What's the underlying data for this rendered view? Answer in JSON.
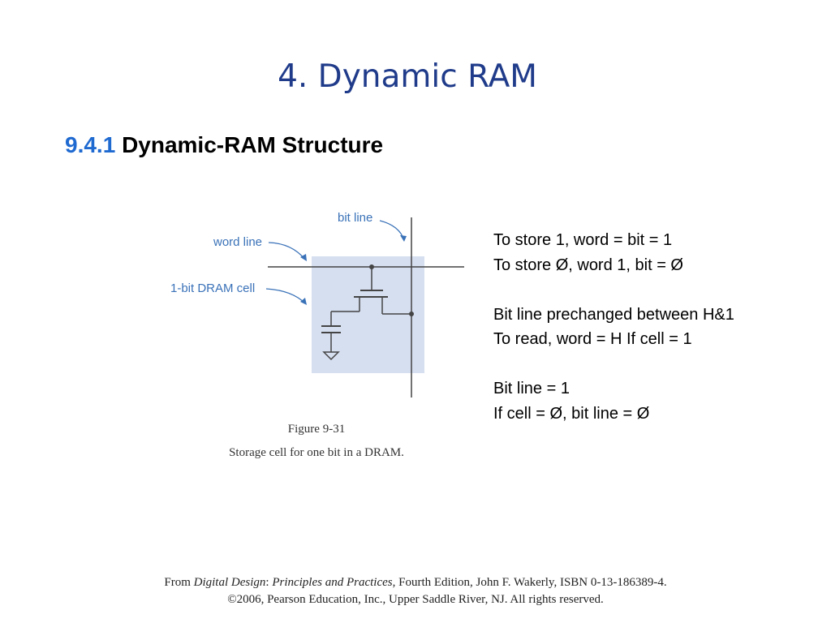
{
  "slide": {
    "title": "4. Dynamic RAM",
    "section_number": "9.4.1",
    "section_title": "Dynamic-RAM Structure"
  },
  "figure": {
    "labels": {
      "bit_line": "bit line",
      "word_line": "word line",
      "cell": "1-bit DRAM cell"
    },
    "number": "Figure 9-31",
    "caption": "Storage cell for one bit in a DRAM.",
    "colors": {
      "cell_fill": "#d6dff0",
      "wire": "#444444",
      "label": "#3a72b8",
      "arrow": "#3a72b8"
    }
  },
  "notes": [
    "To store 1,  word =  bit = 1",
    "To store Ø, word 1, bit = Ø",
    "",
    "Bit line prechanged between H&1",
    "To read, word = H If cell = 1",
    "",
    "Bit line = 1",
    "If cell = Ø, bit line = Ø"
  ],
  "footer": {
    "prefix": "From ",
    "book_title": "Digital Design",
    "colon": ": ",
    "book_subtitle": "Principles and Practices",
    "rest_line1": ", Fourth Edition, John F. Wakerly, ISBN 0-13-186389-4.",
    "line2": "©2006, Pearson Education, Inc., Upper Saddle River, NJ. All rights reserved."
  },
  "colors": {
    "title": "#1f3b8a",
    "section_number": "#1f6ad1"
  }
}
